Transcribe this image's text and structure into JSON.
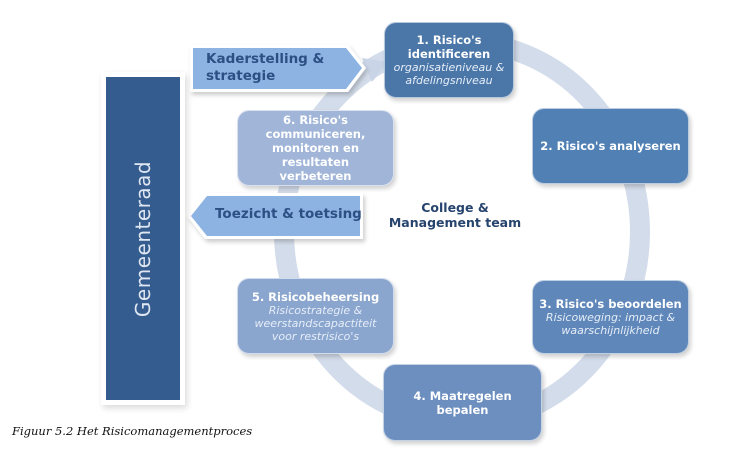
{
  "figure": {
    "caption": "Figuur 5.2 Het Risicomanagementproces",
    "center_label_line1": "College &",
    "center_label_line2": "Management team"
  },
  "sidebar": {
    "label": "Gemeenteraad",
    "color": "#345C8F"
  },
  "arrows": {
    "kaderstelling": {
      "line1": "Kaderstelling &",
      "line2": "strategie",
      "direction": "right",
      "color": "#8DB3E2"
    },
    "toezicht": {
      "label": "Toezicht & toetsing",
      "direction": "left",
      "color": "#8DB3E2"
    }
  },
  "cycle_color": "#D3DCEA",
  "steps": [
    {
      "title": "1. Risico's identificeren",
      "sub1": "organisatieniveau &",
      "sub2": "afdelingsniveau",
      "color": "#4A76A8"
    },
    {
      "title": "2. Risico's analyseren",
      "color": "#5080B4"
    },
    {
      "title": "3. Risico's beoordelen",
      "sub1": "Risicoweging: impact &",
      "sub2": "waarschijnlijkheid",
      "color": "#5F87BA"
    },
    {
      "title": "4. Maatregelen bepalen",
      "color": "#6D8FC0"
    },
    {
      "title": "5. Risicobeheersing",
      "sub1": "Risicostrategie &",
      "sub2": "weerstandscapactiteit",
      "sub3": "voor restrisico's",
      "color": "#8AA5CE"
    },
    {
      "title_line1": "6. Risico's",
      "title_line2": "communiceren,",
      "title_line3": "monitoren en resultaten",
      "title_line4": "verbeteren",
      "color": "#A0B5D8"
    }
  ]
}
